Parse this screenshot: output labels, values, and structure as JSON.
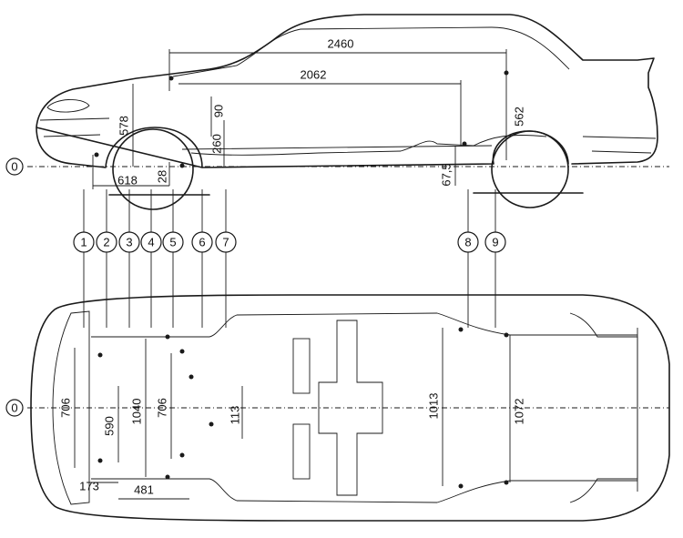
{
  "side_view": {
    "dimensions": {
      "wheelbase": "2460",
      "inner_span": "2062",
      "rear_height": "562",
      "front_height": "578",
      "front_offset": "618",
      "h90": "90",
      "h260": "260",
      "h28": "28",
      "h675": "67,5"
    },
    "datum": "0"
  },
  "callouts": [
    "1",
    "2",
    "3",
    "4",
    "5",
    "6",
    "7",
    "8",
    "9"
  ],
  "bottom_view": {
    "dimensions": {
      "w706_left": "706",
      "w590": "590",
      "w1040": "1040",
      "w706_mid": "706",
      "w113": "113",
      "w1013": "1013",
      "w1072": "1072",
      "l173": "173",
      "l481": "481"
    },
    "datum": "0"
  }
}
